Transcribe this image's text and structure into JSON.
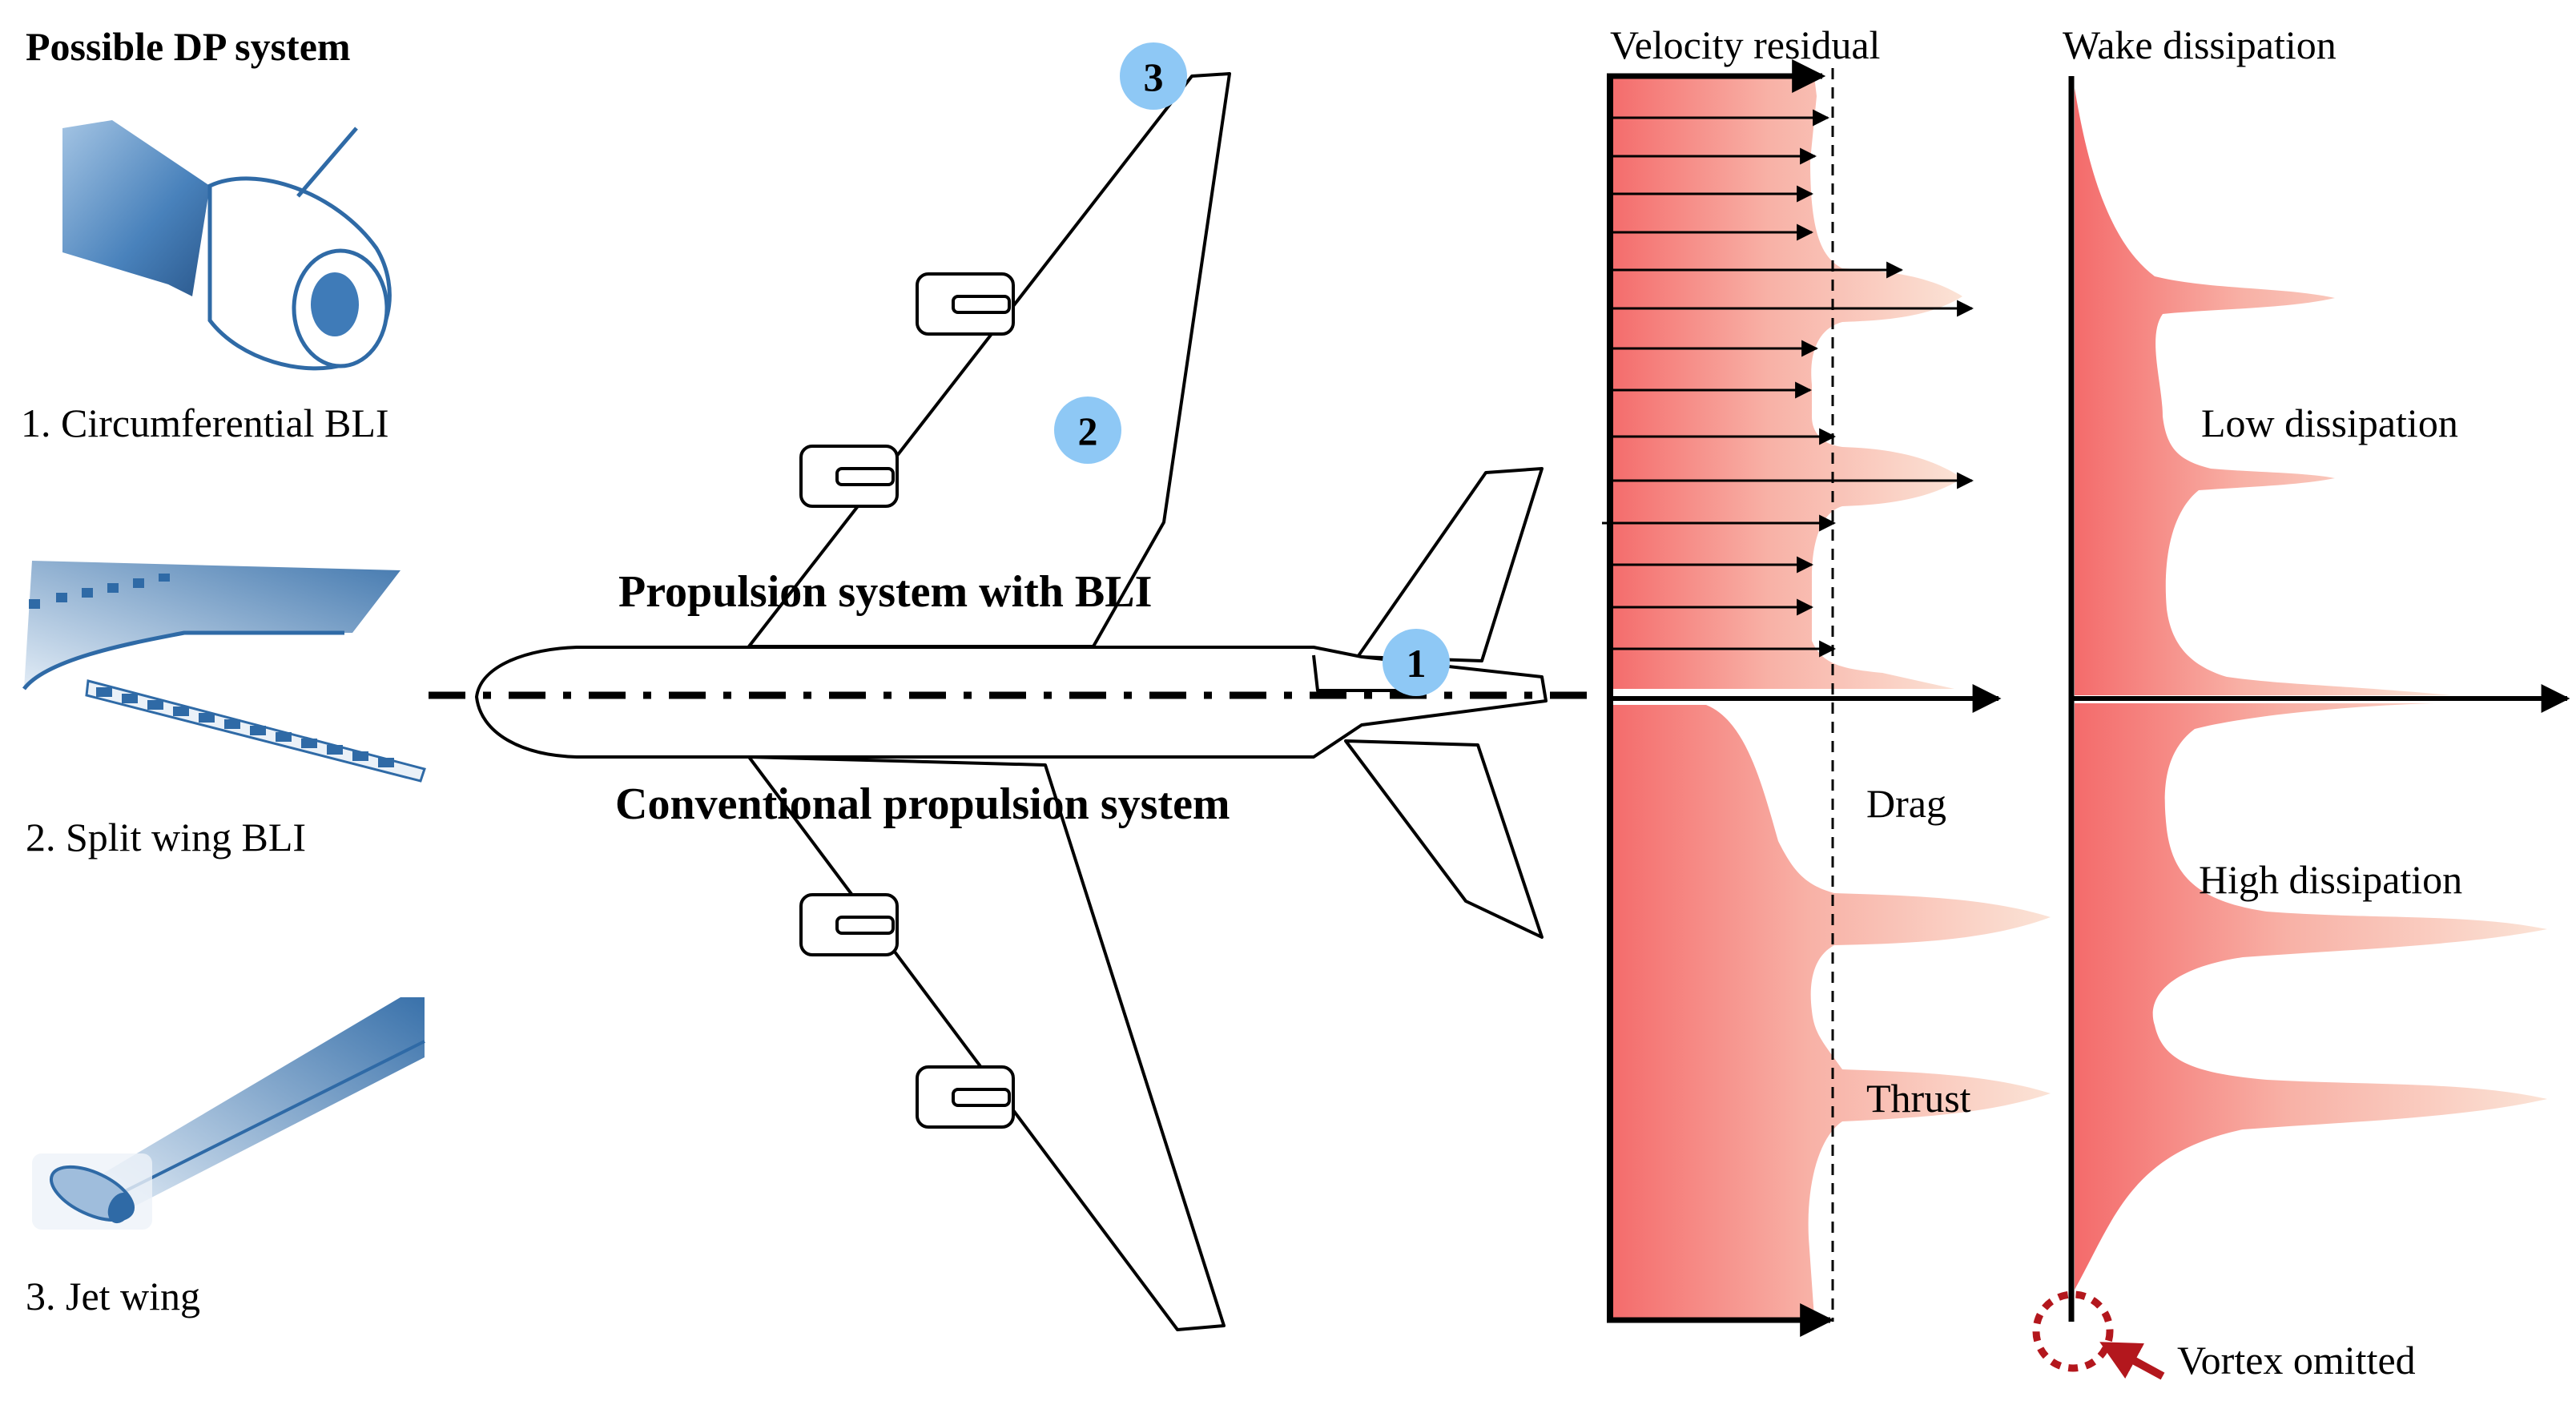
{
  "left_panel": {
    "title": "Possible DP system",
    "items": [
      {
        "label": "1. Circumferential BLI",
        "icon": "circumferential-bli-nacelle-icon"
      },
      {
        "label": "2. Split wing BLI",
        "icon": "split-wing-bli-icon"
      },
      {
        "label": "3. Jet wing",
        "icon": "jet-wing-icon"
      }
    ]
  },
  "aircraft": {
    "label_top": "Propulsion system with BLI",
    "label_bottom": "Conventional propulsion system",
    "markers": [
      "1",
      "2",
      "3"
    ]
  },
  "velocity_panel": {
    "title": "Velocity residual",
    "label_drag": "Drag",
    "label_thrust": "Thrust"
  },
  "wake_panel": {
    "title": "Wake dissipation",
    "label_low": "Low dissipation",
    "label_high": "High dissipation",
    "label_vortex": "Vortex omitted"
  },
  "colors": {
    "wake_red": "#f46b6b",
    "wake_light": "#fbe3d6",
    "marker_blue": "#8ec8f5",
    "image_blue": "#2f6aa6",
    "vortex_red": "#b3171d"
  }
}
